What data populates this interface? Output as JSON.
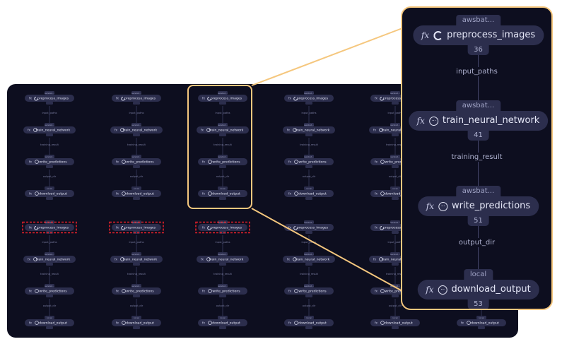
{
  "colors": {
    "background": "#0d0e1f",
    "node": "#2c2e4d",
    "accent_outline": "#f5c77e",
    "failed_outline": "#e0202a",
    "text": "#e4e6f6",
    "muted_text": "#9fa2c4"
  },
  "board": {
    "pipeline_template": [
      {
        "tag": "awsbat...",
        "name": "preprocess_images",
        "icon": "spinner-icon",
        "edge_label": "input_paths"
      },
      {
        "tag": "awsbat...",
        "name": "train_neural_network",
        "icon": "pending-icon",
        "edge_label": "training_result"
      },
      {
        "tag": "awsbat...",
        "name": "write_predictions",
        "icon": "pending-icon",
        "edge_label": "output_dir"
      },
      {
        "tag": "local",
        "name": "download_output",
        "icon": "pending-icon",
        "edge_label": ""
      }
    ],
    "fx_glyph": "fx",
    "failed_preprocess_columns_in_bottom_row": [
      0,
      1,
      2
    ]
  },
  "zoom": {
    "nodes": [
      {
        "tag": "awsbat...",
        "fx": "fx",
        "name": "preprocess_images",
        "count": "36",
        "icon": "spinner-icon"
      },
      {
        "tag": "awsbat...",
        "fx": "fx",
        "name": "train_neural_network",
        "count": "41",
        "icon": "pending-icon"
      },
      {
        "tag": "awsbat...",
        "fx": "fx",
        "name": "write_predictions",
        "count": "51",
        "icon": "pending-icon"
      },
      {
        "tag": "local",
        "fx": "fx",
        "name": "download_output",
        "count": "53",
        "icon": "pending-icon"
      }
    ],
    "edges": [
      "input_paths",
      "training_result",
      "output_dir"
    ],
    "dots_glyph": "···"
  }
}
